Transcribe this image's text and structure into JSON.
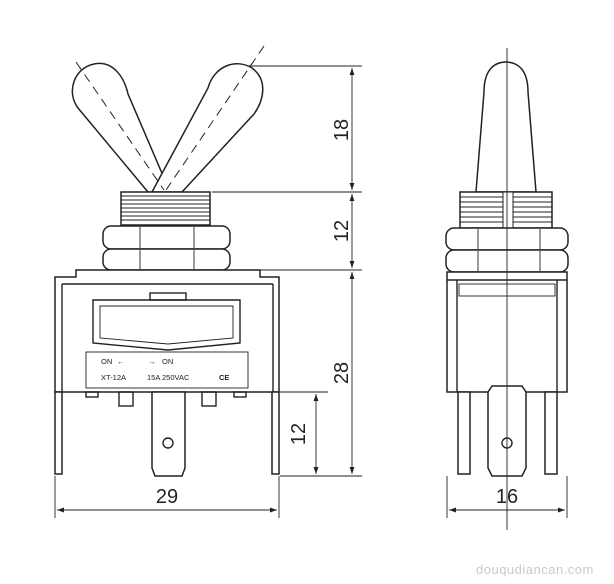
{
  "dimensions": {
    "lever_height": "18",
    "bushing_height": "12",
    "body_height": "28",
    "terminal_height": "12",
    "body_width": "29",
    "side_width": "16"
  },
  "label": {
    "on_left": "ON",
    "on_right": "ON",
    "model": "XT-12A",
    "rating": "15A 250VAC",
    "mark": "CE"
  },
  "watermark": "douqudiancan.com"
}
